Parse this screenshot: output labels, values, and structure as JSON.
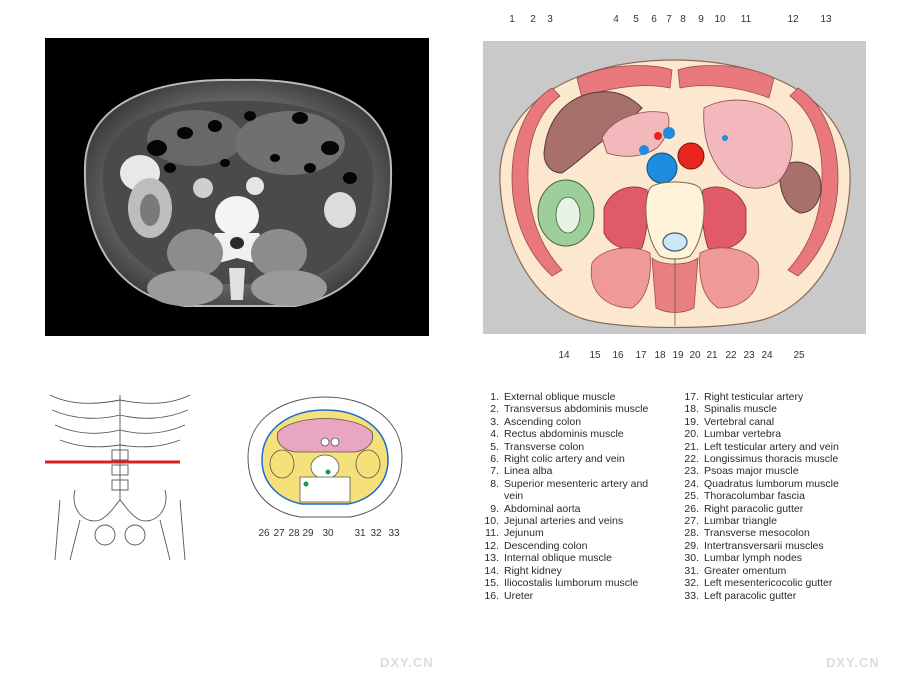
{
  "top_labels": [
    "1",
    "2",
    "3",
    "4",
    "5",
    "6",
    "7",
    "8",
    "9",
    "10",
    "11",
    "12",
    "13"
  ],
  "bottom_labels": [
    "14",
    "15",
    "16",
    "17",
    "18",
    "19",
    "20",
    "21",
    "22",
    "23",
    "24",
    "25"
  ],
  "small_labels": [
    "26",
    "27",
    "28",
    "29",
    "30",
    "31",
    "32",
    "33"
  ],
  "legend_left": [
    {
      "num": "1.",
      "text": "External oblique muscle"
    },
    {
      "num": "2.",
      "text": "Transversus abdominis muscle"
    },
    {
      "num": "3.",
      "text": "Ascending colon"
    },
    {
      "num": "4.",
      "text": "Rectus abdominis muscle"
    },
    {
      "num": "5.",
      "text": "Transverse colon"
    },
    {
      "num": "6.",
      "text": "Right colic artery and vein"
    },
    {
      "num": "7.",
      "text": "Linea alba"
    },
    {
      "num": "8.",
      "text": "Superior mesenteric artery and"
    },
    {
      "num": "",
      "text": "vein"
    },
    {
      "num": "9.",
      "text": "Abdominal aorta"
    },
    {
      "num": "10.",
      "text": "Jejunal arteries and veins"
    },
    {
      "num": "11.",
      "text": "Jejunum"
    },
    {
      "num": "12.",
      "text": "Descending colon"
    },
    {
      "num": "13.",
      "text": "Internal oblique muscle"
    },
    {
      "num": "14.",
      "text": "Right kidney"
    },
    {
      "num": "15.",
      "text": "Iliocostalis lumborum muscle"
    },
    {
      "num": "16.",
      "text": "Ureter"
    }
  ],
  "legend_right": [
    {
      "num": "17.",
      "text": "Right testicular artery"
    },
    {
      "num": "18.",
      "text": "Spinalis muscle"
    },
    {
      "num": "19.",
      "text": "Vertebral canal"
    },
    {
      "num": "20.",
      "text": "Lumbar vertebra"
    },
    {
      "num": "21.",
      "text": "Left testicular artery and vein"
    },
    {
      "num": "22.",
      "text": "Longissimus thoracis muscle"
    },
    {
      "num": "23.",
      "text": "Psoas major muscle"
    },
    {
      "num": "24.",
      "text": "Quadratus lumborum muscle"
    },
    {
      "num": "25.",
      "text": "Thoracolumbar fascia"
    },
    {
      "num": "26.",
      "text": "Right paracolic gutter"
    },
    {
      "num": "27.",
      "text": "Lumbar triangle"
    },
    {
      "num": "28.",
      "text": "Transverse mesocolon"
    },
    {
      "num": "29.",
      "text": "Intertransversarii muscles"
    },
    {
      "num": "30.",
      "text": "Lumbar lymph nodes"
    },
    {
      "num": "31.",
      "text": "Greater omentum"
    },
    {
      "num": "32.",
      "text": "Left mesentericocolic gutter"
    },
    {
      "num": "33.",
      "text": "Left paracolic gutter"
    }
  ],
  "watermark": "DXY.CN",
  "colors": {
    "muscle": "#e8787c",
    "fat": "#fbe8cf",
    "colon": "#a8706a",
    "jejunum": "#f3b8bc",
    "kidney": "#9ecf9a",
    "aorta": "#e8241c",
    "ivc": "#1e8de0",
    "gutter_yellow": "#f5e07a",
    "omentum_pink": "#e9a6c0",
    "marker_red": "#d81e1e"
  }
}
